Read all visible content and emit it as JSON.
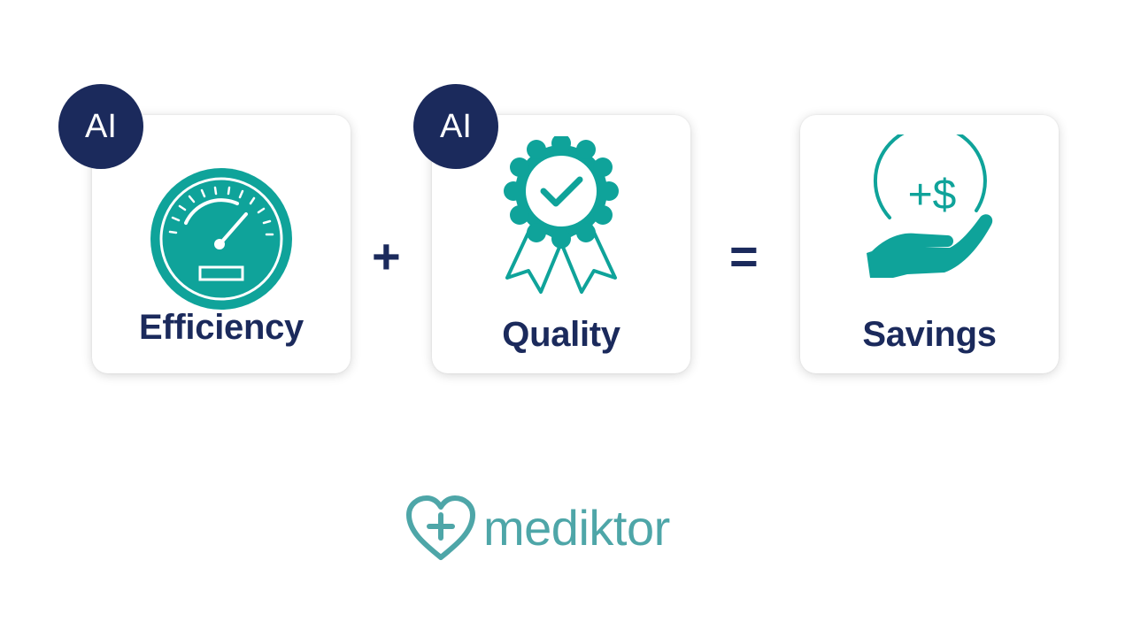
{
  "badges": {
    "first": "AI",
    "second": "AI"
  },
  "cards": {
    "efficiency": {
      "label": "Efficiency",
      "icon": "speedometer-icon"
    },
    "quality": {
      "label": "Quality",
      "icon": "award-ribbon-icon"
    },
    "savings": {
      "label": "Savings",
      "icon": "hand-dollar-icon",
      "icon_text": "+$"
    }
  },
  "operators": {
    "plus": "+",
    "equals": "="
  },
  "logo": {
    "text": "mediktor",
    "icon": "heart-plus-icon"
  },
  "colors": {
    "teal": "#0fa39a",
    "navy": "#1b2a5c",
    "logo_teal": "#4ea6a8"
  }
}
